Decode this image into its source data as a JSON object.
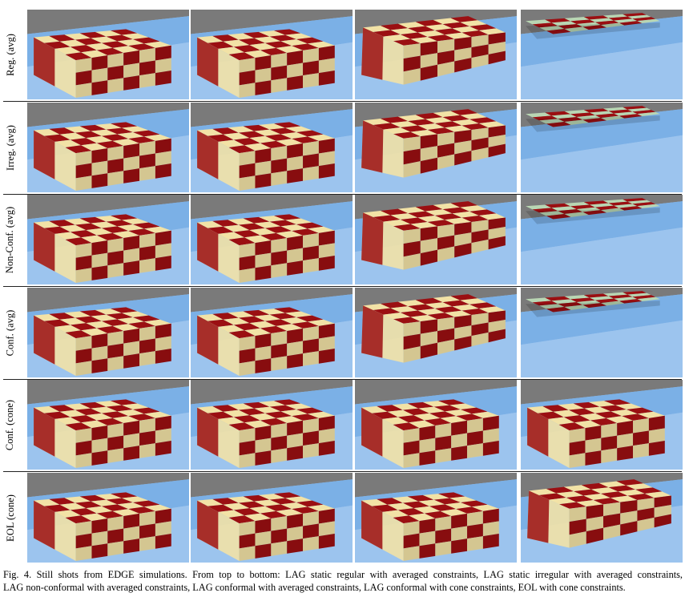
{
  "figure": {
    "rows": [
      {
        "label": "Reg. (avg)",
        "cloth_states": [
          "draped",
          "draped",
          "sliding",
          "lifted"
        ]
      },
      {
        "label": "Irreg. (avg)",
        "cloth_states": [
          "draped",
          "draped",
          "sliding",
          "lifted"
        ]
      },
      {
        "label": "Non-Conf. (avg)",
        "cloth_states": [
          "draped",
          "draped",
          "sliding",
          "lifted"
        ]
      },
      {
        "label": "Conf. (avg)",
        "cloth_states": [
          "draped",
          "draped",
          "sliding",
          "lifted"
        ]
      },
      {
        "label": "Conf. (cone)",
        "cloth_states": [
          "draped",
          "draped",
          "draped",
          "draped"
        ]
      },
      {
        "label": "EOL (cone)",
        "cloth_states": [
          "draped",
          "draped",
          "draped",
          "sliding"
        ]
      }
    ],
    "colors": {
      "table_top": "#7bb0e6",
      "table_front": "#9cc4ee",
      "background": "#7a7a7a",
      "checker_red": "#9b0f12",
      "checker_cream": "#f2e2a6",
      "checker_pale": "#b9d6b3"
    }
  },
  "caption": {
    "line1": "Fig. 4.  Still shots from EDGE simulations. From top to bottom: LAG static regular with averaged constraints, LAG static irregular with averaged constraints,",
    "line2": "LAG non-conformal with averaged constraints, LAG conformal with averaged constraints, LAG conformal with cone constraints, EOL with cone constraints."
  }
}
